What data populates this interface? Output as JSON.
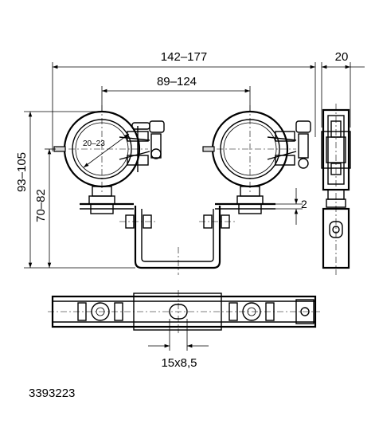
{
  "drawing": {
    "dimensions": {
      "overall_width": "142–177",
      "side_width": "20",
      "center_distance": "89–124",
      "pipe_range": "20–23",
      "total_height": "93–105",
      "center_height": "70–82",
      "offset": "2",
      "slot": "15x8,5"
    },
    "part_number": "3393223"
  }
}
